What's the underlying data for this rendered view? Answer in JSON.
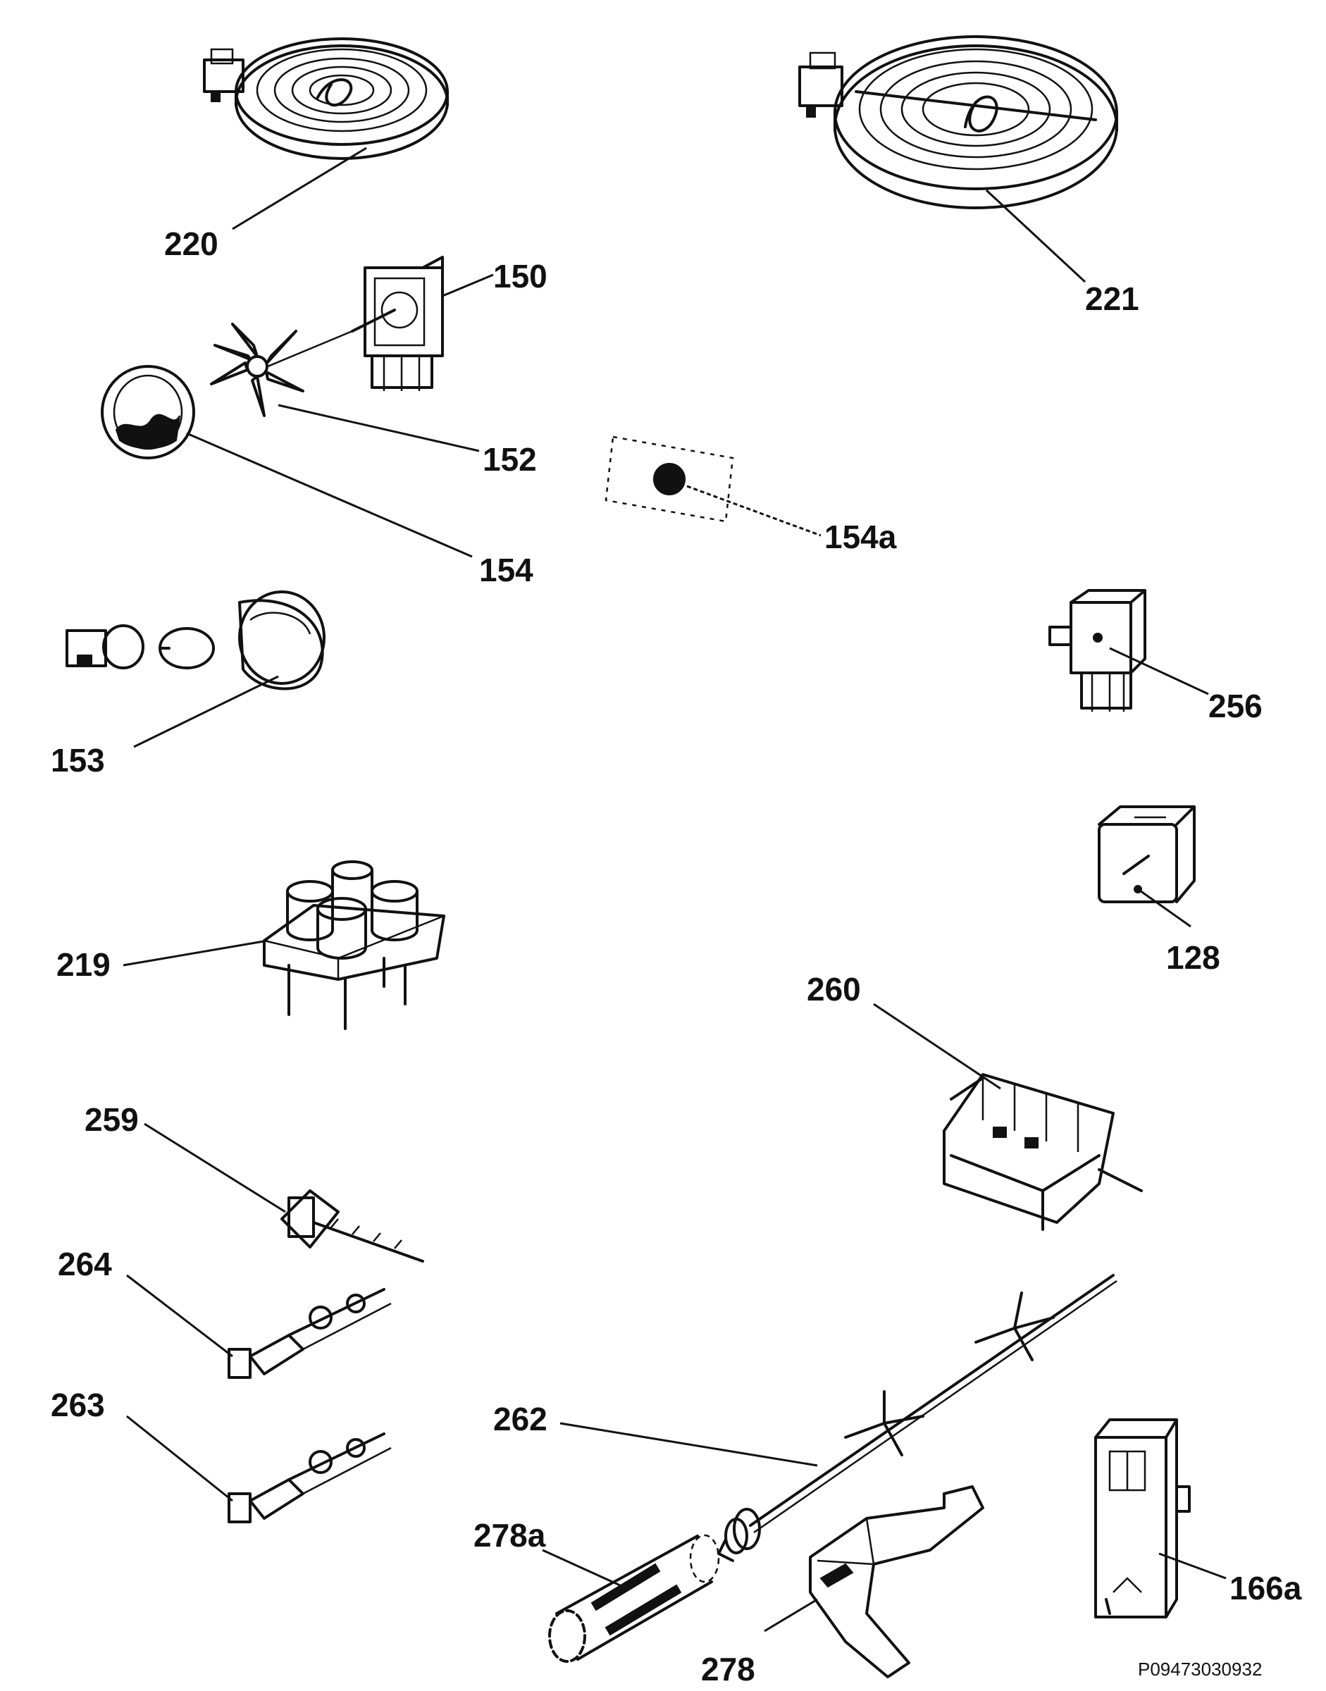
{
  "diagram_code": "P09473030932",
  "labels": {
    "l220": "220",
    "l221": "221",
    "l150": "150",
    "l152": "152",
    "l154": "154",
    "l154a": "154a",
    "l153": "153",
    "l256": "256",
    "l128": "128",
    "l219": "219",
    "l260": "260",
    "l259": "259",
    "l264": "264",
    "l263": "263",
    "l262": "262",
    "l278a": "278a",
    "l278": "278",
    "l166a": "166a"
  }
}
